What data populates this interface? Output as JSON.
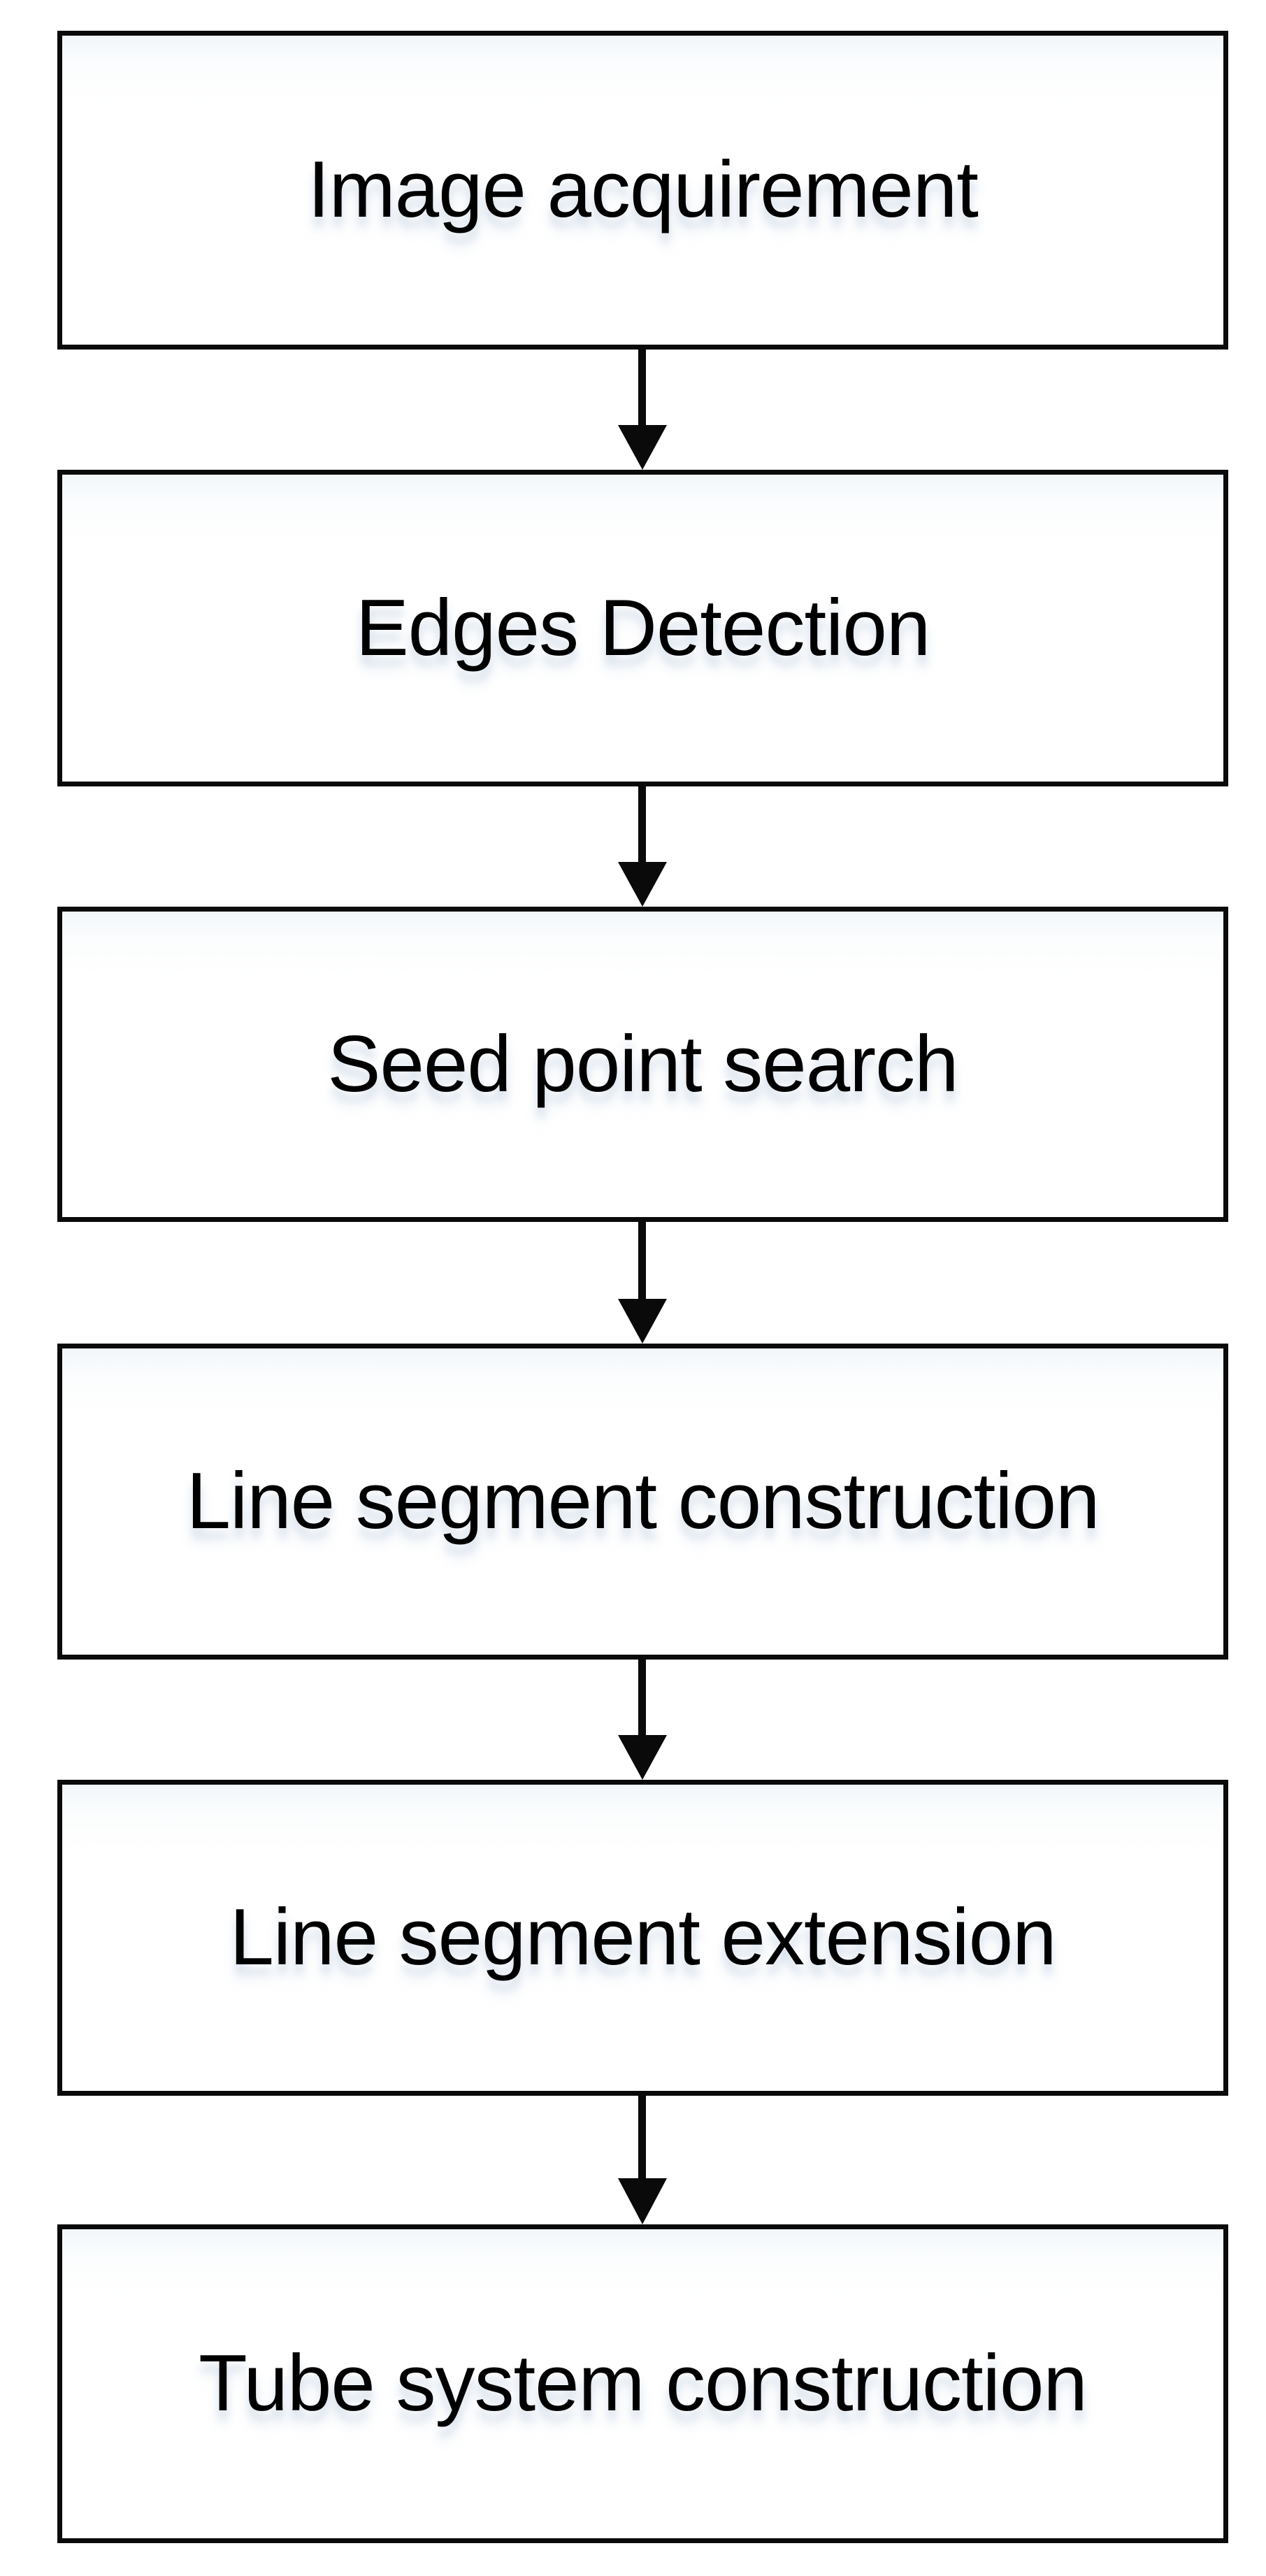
{
  "diagram": {
    "title": "Image processing pipeline flowchart",
    "type": "vertical-flowchart",
    "orientation": "top-to-bottom",
    "background_color": "#ffffff",
    "border_color": "#0a0a0a",
    "text_color": "#000000",
    "node_fill": "#ffffff",
    "arrow_color": "#0a0a0a",
    "node_count": 6,
    "connector_count": 5,
    "nodes": [
      {
        "id": "node-1",
        "label": "Image acquirement",
        "step": 1,
        "shape": "rectangle"
      },
      {
        "id": "node-2",
        "label": "Edges Detection",
        "step": 2,
        "shape": "rectangle"
      },
      {
        "id": "node-3",
        "label": "Seed point search",
        "step": 3,
        "shape": "rectangle"
      },
      {
        "id": "node-4",
        "label": "Line segment construction",
        "step": 4,
        "shape": "rectangle"
      },
      {
        "id": "node-5",
        "label": "Line segment extension",
        "step": 5,
        "shape": "rectangle"
      },
      {
        "id": "node-6",
        "label": "Tube system construction",
        "step": 6,
        "shape": "rectangle"
      }
    ],
    "connectors": [
      {
        "id": "arrow-1",
        "from": "node-1",
        "to": "node-2",
        "style": "solid-down-arrow"
      },
      {
        "id": "arrow-2",
        "from": "node-2",
        "to": "node-3",
        "style": "solid-down-arrow"
      },
      {
        "id": "arrow-3",
        "from": "node-3",
        "to": "node-4",
        "style": "solid-down-arrow"
      },
      {
        "id": "arrow-4",
        "from": "node-4",
        "to": "node-5",
        "style": "solid-down-arrow"
      },
      {
        "id": "arrow-5",
        "from": "node-5",
        "to": "node-6",
        "style": "solid-down-arrow"
      }
    ]
  }
}
